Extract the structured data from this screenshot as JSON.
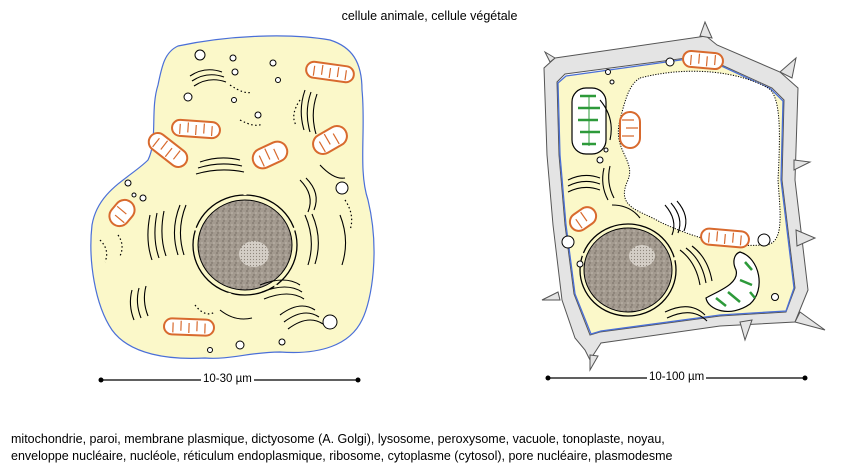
{
  "title": "cellule animale, cellule végétale",
  "animal_cell": {
    "scale_label": "10-30 µm"
  },
  "plant_cell": {
    "scale_label": "10-100 µm"
  },
  "legend": {
    "line1": "mitochondrie, paroi, membrane plasmique, dictyosome (A. Golgi), lysosome, peroxysome, vacuole, tonoplaste, noyau,",
    "line2": "enveloppe nucléaire, nucléole, réticulum endoplasmique, ribosome, cytoplasme (cytosol), pore nucléaire,  plasmodesme"
  },
  "colors": {
    "cytoplasm": "#fbf8c9",
    "membrane": "#4a6fd8",
    "mitochondria": "#d86a2e",
    "nucleus": "#9b8f82",
    "nucleolus": "#c8c0b6",
    "chloroplast": "#2d9a3a",
    "wall": "#e4e4e4"
  }
}
